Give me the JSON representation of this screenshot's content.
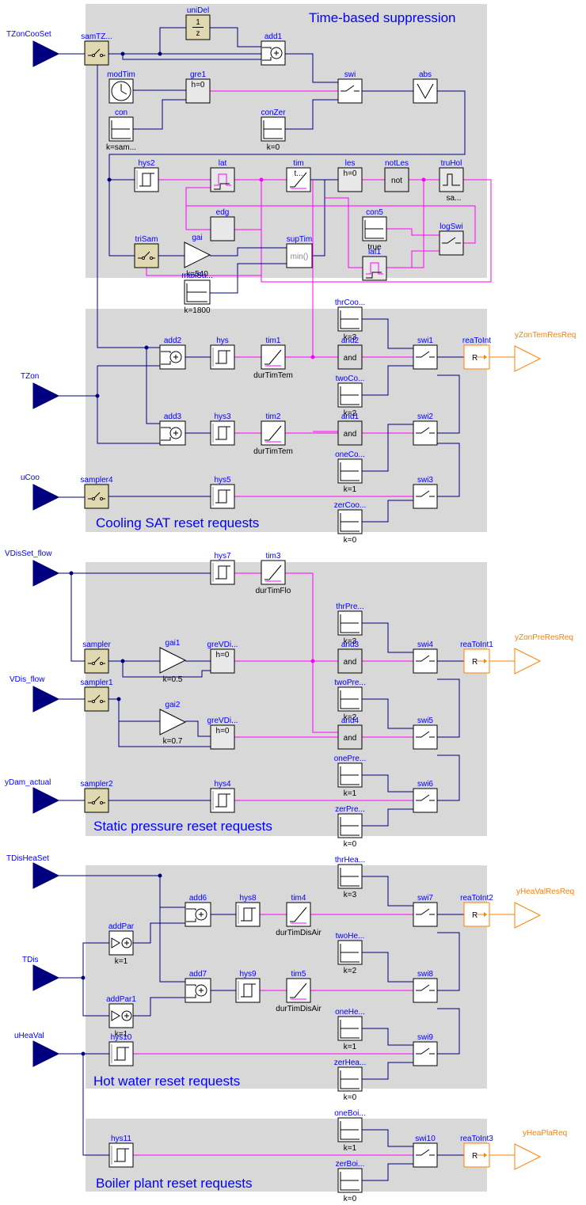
{
  "sections": [
    {
      "name": "Time-based suppression"
    },
    {
      "name": "Cooling SAT reset requests"
    },
    {
      "name": "Static pressure reset requests"
    },
    {
      "name": "Hot water reset requests"
    },
    {
      "name": "Boiler plant reset requests"
    }
  ],
  "inputs": [
    {
      "name": "TZonCooSet"
    },
    {
      "name": "TZon"
    },
    {
      "name": "uCoo"
    },
    {
      "name": "VDisSet_flow"
    },
    {
      "name": "VDis_flow"
    },
    {
      "name": "yDam_actual"
    },
    {
      "name": "TDisHeaSet"
    },
    {
      "name": "TDis"
    },
    {
      "name": "uHeaVal"
    }
  ],
  "outputs": [
    {
      "name": "yZonTemResReq"
    },
    {
      "name": "yZonPreResReq"
    },
    {
      "name": "yHeaValResReq"
    },
    {
      "name": "yHeaPlaReq"
    }
  ],
  "blocks": [
    {
      "name": "samTZ...",
      "param": ""
    },
    {
      "name": "uniDel",
      "param": "",
      "inner": "1/z"
    },
    {
      "name": "add1",
      "param": ""
    },
    {
      "name": "modTim",
      "param": ""
    },
    {
      "name": "gre1",
      "param": "h=0"
    },
    {
      "name": "swi",
      "param": ""
    },
    {
      "name": "abs",
      "param": ""
    },
    {
      "name": "con",
      "param": "k=sam..."
    },
    {
      "name": "conZer",
      "param": "k=0"
    },
    {
      "name": "hys2",
      "param": ""
    },
    {
      "name": "lat",
      "param": ""
    },
    {
      "name": "tim",
      "param": "t..."
    },
    {
      "name": "les",
      "param": "h=0"
    },
    {
      "name": "notLes",
      "param": "",
      "inner": "not"
    },
    {
      "name": "truHol",
      "param": "sa..."
    },
    {
      "name": "edg",
      "param": ""
    },
    {
      "name": "con5",
      "param": "true"
    },
    {
      "name": "triSam",
      "param": ""
    },
    {
      "name": "gai",
      "param": "k=540"
    },
    {
      "name": "supTim",
      "param": "",
      "inner": "min()"
    },
    {
      "name": "logSwi",
      "param": ""
    },
    {
      "name": "lat1",
      "param": ""
    },
    {
      "name": "maxSu...",
      "param": "k=1800"
    },
    {
      "name": "thrCoo...",
      "param": "k=3"
    },
    {
      "name": "add2",
      "param": ""
    },
    {
      "name": "hys",
      "param": ""
    },
    {
      "name": "tim1",
      "param": "durTimTem"
    },
    {
      "name": "and2",
      "param": "",
      "inner": "and"
    },
    {
      "name": "swi1",
      "param": ""
    },
    {
      "name": "reaToInt",
      "param": "",
      "inner": "R"
    },
    {
      "name": "twoCo...",
      "param": "k=2"
    },
    {
      "name": "add3",
      "param": ""
    },
    {
      "name": "hys3",
      "param": ""
    },
    {
      "name": "tim2",
      "param": "durTimTem"
    },
    {
      "name": "and1",
      "param": "",
      "inner": "and"
    },
    {
      "name": "swi2",
      "param": ""
    },
    {
      "name": "oneCo...",
      "param": "k=1"
    },
    {
      "name": "sampler4",
      "param": ""
    },
    {
      "name": "hys5",
      "param": ""
    },
    {
      "name": "swi3",
      "param": ""
    },
    {
      "name": "zerCoo...",
      "param": "k=0"
    },
    {
      "name": "hys7",
      "param": ""
    },
    {
      "name": "tim3",
      "param": "durTimFlo"
    },
    {
      "name": "thrPre...",
      "param": "k=3"
    },
    {
      "name": "sampler",
      "param": ""
    },
    {
      "name": "gai1",
      "param": "k=0.5"
    },
    {
      "name": "greVDi...",
      "param": "h=0"
    },
    {
      "name": "and3",
      "param": "",
      "inner": "and"
    },
    {
      "name": "swi4",
      "param": ""
    },
    {
      "name": "reaToInt1",
      "param": "",
      "inner": "R"
    },
    {
      "name": "sampler1",
      "param": ""
    },
    {
      "name": "twoPre...",
      "param": "k=2"
    },
    {
      "name": "gai2",
      "param": "k=0.7"
    },
    {
      "name": "greVDi...",
      "param": "h=0"
    },
    {
      "name": "and4",
      "param": "",
      "inner": "and"
    },
    {
      "name": "swi5",
      "param": ""
    },
    {
      "name": "onePre...",
      "param": "k=1"
    },
    {
      "name": "sampler2",
      "param": ""
    },
    {
      "name": "hys4",
      "param": ""
    },
    {
      "name": "swi6",
      "param": ""
    },
    {
      "name": "zerPre...",
      "param": "k=0"
    },
    {
      "name": "thrHea...",
      "param": "k=3"
    },
    {
      "name": "add6",
      "param": ""
    },
    {
      "name": "hys8",
      "param": ""
    },
    {
      "name": "tim4",
      "param": "durTimDisAir"
    },
    {
      "name": "swi7",
      "param": ""
    },
    {
      "name": "reaToInt2",
      "param": "",
      "inner": "R"
    },
    {
      "name": "addPar",
      "param": "k=1"
    },
    {
      "name": "twoHe...",
      "param": "k=2"
    },
    {
      "name": "swi8",
      "param": ""
    },
    {
      "name": "add7",
      "param": ""
    },
    {
      "name": "hys9",
      "param": ""
    },
    {
      "name": "tim5",
      "param": "durTimDisAir"
    },
    {
      "name": "addPar1",
      "param": "k=1"
    },
    {
      "name": "oneHe...",
      "param": "k=1"
    },
    {
      "name": "hys10",
      "param": ""
    },
    {
      "name": "swi9",
      "param": ""
    },
    {
      "name": "zerHea...",
      "param": "k=0"
    },
    {
      "name": "oneBoi...",
      "param": "k=1"
    },
    {
      "name": "hys11",
      "param": ""
    },
    {
      "name": "swi10",
      "param": ""
    },
    {
      "name": "reaToInt3",
      "param": "",
      "inner": "R"
    },
    {
      "name": "zerBoi...",
      "param": "k=0"
    }
  ],
  "colors": {
    "section_bg": "#d8d8d8",
    "label": "#0000ff",
    "real_wire": "#00007f",
    "bool_wire": "#ff00ff",
    "int_out": "#ff8000",
    "input_fill": "#00007f",
    "sampler_fill": "#e0d8b0"
  }
}
